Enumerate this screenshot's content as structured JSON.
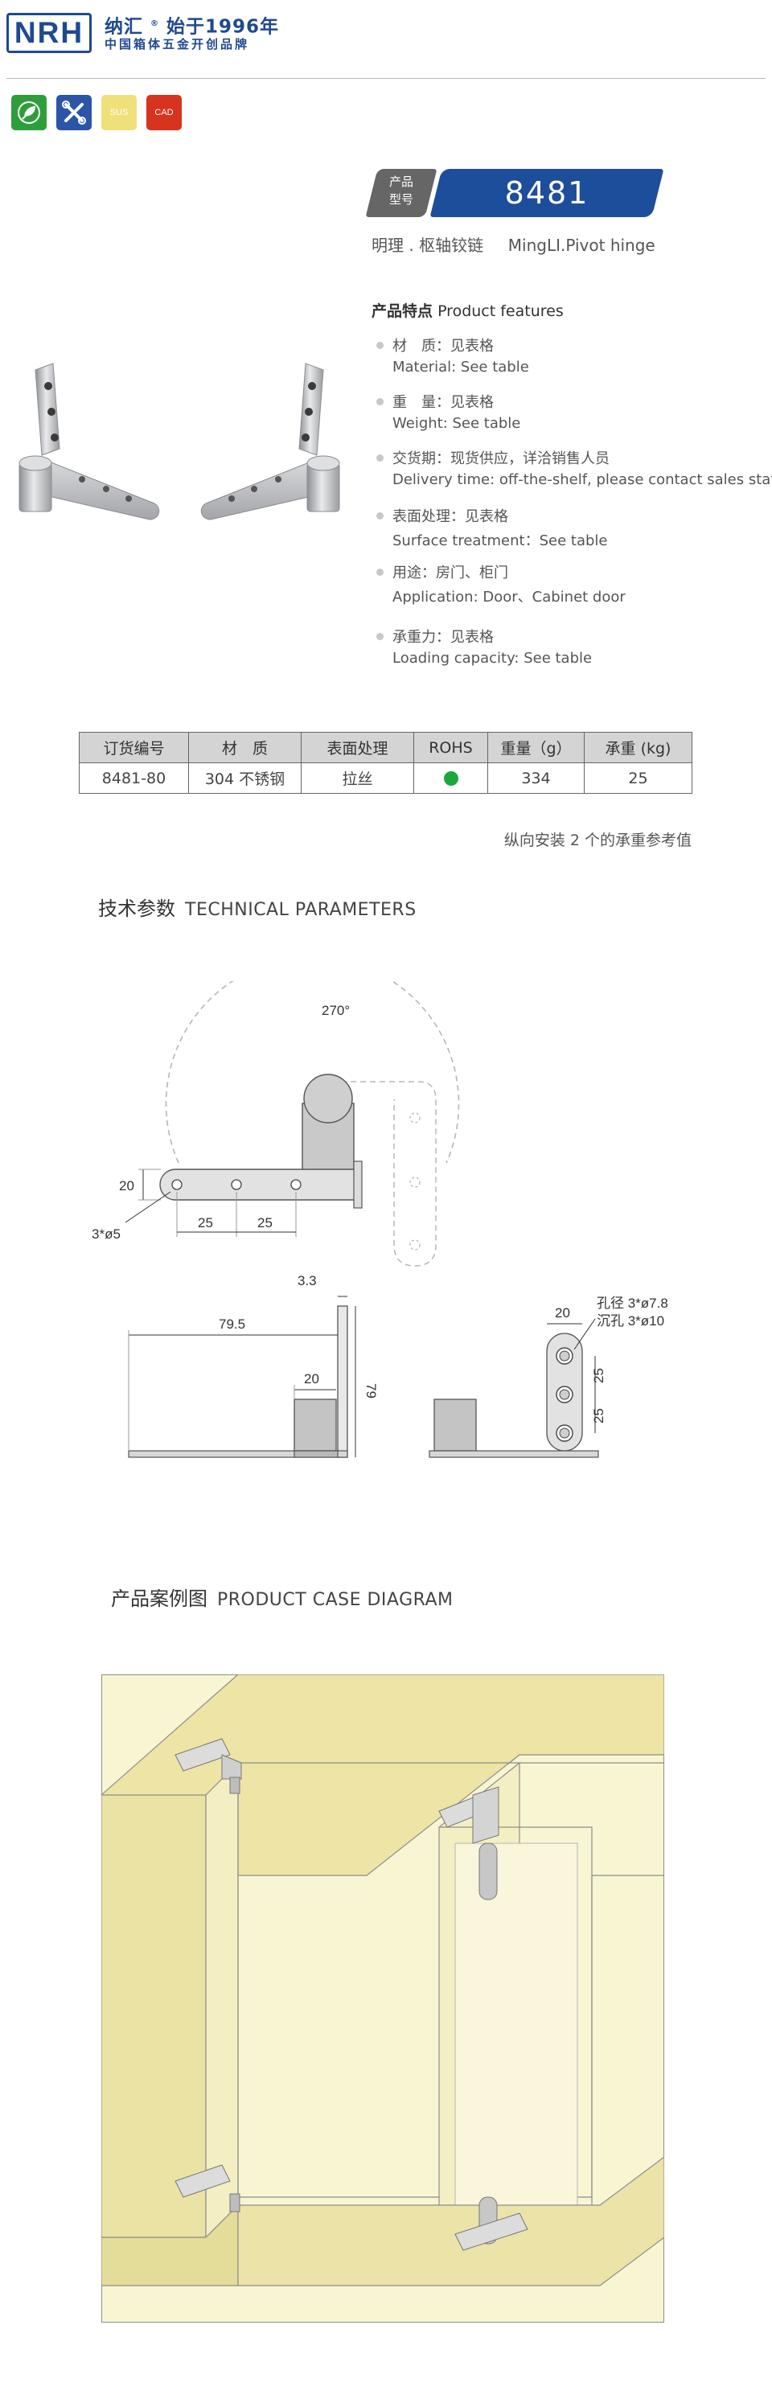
{
  "header": {
    "logo_text": "NRH",
    "brand_cn": "纳汇",
    "slogan": "始于1996年",
    "brand_sub": "中国箱体五金开创品牌"
  },
  "certs": [
    {
      "name": "green-cert",
      "label": "",
      "color": "#2e9e3a"
    },
    {
      "name": "tools-cert",
      "label": "",
      "color": "#2a55a8"
    },
    {
      "name": "sus-cert",
      "label": "SUS",
      "color": "#efe07a"
    },
    {
      "name": "cad-cert",
      "label": "CAD",
      "color": "#d7331f"
    }
  ],
  "model": {
    "label_line1": "产品",
    "label_line2": "型号",
    "code": "8481",
    "name_cn": "明理 . 枢轴铰链",
    "name_en": "MingLI.Pivot hinge"
  },
  "features": {
    "title_cn": "产品特点",
    "title_en": "Product features",
    "items": [
      {
        "cn": "材　质：见表格",
        "en": "Material: See table"
      },
      {
        "cn": "重　量：见表格",
        "en": " Weight: See table"
      },
      {
        "cn": "交货期：现货供应，详洽销售人员",
        "en": "Delivery time: off-the-shelf, please contact sales staff"
      },
      {
        "cn": "表面处理：见表格",
        "en": "Surface treatment：See table"
      },
      {
        "cn": "用途：房门、柜门",
        "en": "Application: Door、Cabinet door"
      },
      {
        "cn": "承重力：见表格",
        "en": "Loading capacity: See table"
      }
    ]
  },
  "spec_table": {
    "headers": [
      "订货编号",
      "材　质",
      "表面处理",
      "ROHS",
      "重量（g）",
      "承重 (kg)"
    ],
    "row": {
      "code": "8481-80",
      "material": "304 不锈钢",
      "finish": "拉丝",
      "rohs_color": "#1aa83c",
      "weight": "334",
      "load": "25"
    },
    "note": "纵向安装 2 个的承重参考值"
  },
  "technical": {
    "title_cn": "技术参数",
    "title_en": "TECHNICAL PARAMETERS",
    "dims": {
      "angle": "270°",
      "height_20": "20",
      "hole_count": "3*ø5",
      "pitch_a": "25",
      "pitch_b": "25",
      "thickness": "3.3",
      "length": "79.5",
      "barrel_dia": "20",
      "height": "79",
      "plate_width": "20",
      "hole_dia": "孔径 3*ø7.8",
      "countersink": "沉孔 3*ø10",
      "pitch_c": "25",
      "pitch_d": "25"
    }
  },
  "case": {
    "title_cn": "产品案例图",
    "title_en": "PRODUCT CASE DIAGRAM"
  }
}
